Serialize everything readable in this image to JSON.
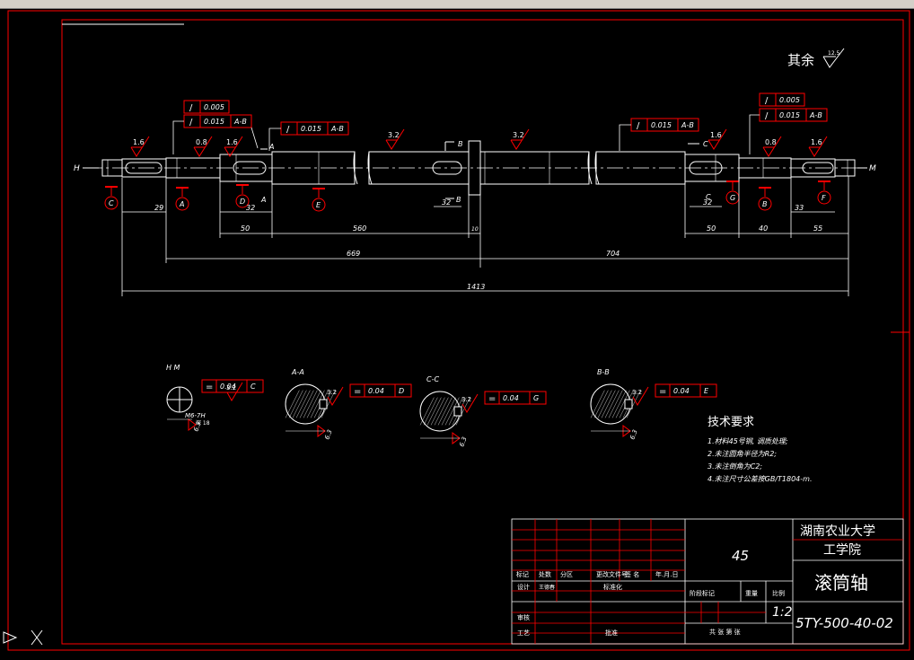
{
  "colors": {
    "background": "#000000",
    "border": "#ff0000",
    "geometry": "#ffffff",
    "cursor": "#ffffff"
  },
  "roughness_note": {
    "label": "其余",
    "value": "12.5"
  },
  "shaft_roughness": [
    "1.6",
    "0.8",
    "1.6",
    "3.2",
    "3.2",
    "1.6",
    "0.8",
    "1.6"
  ],
  "tolerance_frames": [
    {
      "symbol": "/",
      "value": "0.005",
      "datum": ""
    },
    {
      "symbol": "/",
      "value": "0.015",
      "datum": "A-B"
    },
    {
      "symbol": "/",
      "value": "0.015",
      "datum": "A-B"
    },
    {
      "symbol": "/",
      "value": "0.015",
      "datum": "A-B"
    },
    {
      "symbol": "/",
      "value": "0.005",
      "datum": ""
    },
    {
      "symbol": "/",
      "value": "0.015",
      "datum": "A-B"
    }
  ],
  "datums": [
    "C",
    "A",
    "D",
    "E",
    "G",
    "B",
    "F"
  ],
  "section_marks": {
    "H": "H",
    "M": "M",
    "A": "A",
    "B": "B",
    "C": "C"
  },
  "dimensions": {
    "d29": "29",
    "d32a": "32",
    "d50a": "50",
    "d560": "560",
    "d10": "10",
    "d32b": "32",
    "d32c": "32",
    "d50b": "50",
    "d40": "40",
    "d55": "55",
    "d33": "33",
    "d669": "669",
    "d704": "704",
    "d1413": "1413"
  },
  "sections": [
    {
      "title": "H  M",
      "sym": "=",
      "value": "0.04",
      "datum": "C",
      "roughness": "3.2",
      "extra": "M6-7H",
      "extra2": "深 18",
      "r2": "6.3"
    },
    {
      "title": "A-A",
      "sym": "=",
      "value": "0.04",
      "datum": "D",
      "roughness": "3.2",
      "r2": "6.3"
    },
    {
      "title": "C-C",
      "sym": "=",
      "value": "0.04",
      "datum": "G",
      "roughness": "3.2",
      "r2": "6.3"
    },
    {
      "title": "B-B",
      "sym": "=",
      "value": "0.04",
      "datum": "E",
      "roughness": "3.2",
      "r2": "6.3"
    }
  ],
  "tech_requirements": {
    "title": "技术要求",
    "items": [
      "1.材料45号钢, 调质处理;",
      "2.未注圆角半径为R2;",
      "3.未注倒角为C2;",
      "4.未注尺寸公差按GB/T1804-m."
    ]
  },
  "title_block": {
    "material": "45",
    "university": "湖南农业大学",
    "college": "工学院",
    "part_name": "滚筒轴",
    "scale": "1:2",
    "drawing_no": "5TY-500-40-02",
    "row_labels": [
      "标记",
      "处数",
      "分区",
      "更改文件号",
      "签 名",
      "年.月.日"
    ],
    "design": "设计",
    "design_name": "王德春",
    "standardize": "标准化",
    "review": "审核",
    "process": "工艺",
    "approve": "批准",
    "stage_mark": "阶段标记",
    "weight": "重量",
    "scale_label": "比例",
    "sheets": "共 张 第 张"
  }
}
